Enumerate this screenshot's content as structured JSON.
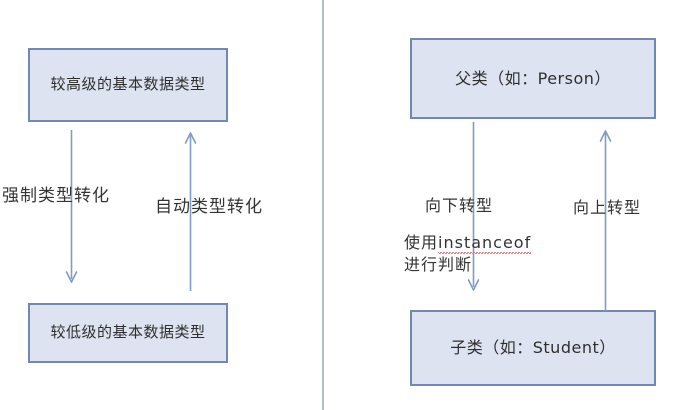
{
  "diagram": {
    "title": "Java type conversion and class casting diagram",
    "divider": {
      "name": "vertical-divider",
      "color": "#aebfcc"
    },
    "colors": {
      "box_fill": "#dde3f0",
      "box_border": "#7189b0",
      "arrow": "#7f9dc4",
      "text": "#343434",
      "spellcheck_underline": "#e8606a"
    },
    "left_panel": {
      "top_box": {
        "text": "较高级的基本数据类型"
      },
      "bottom_box": {
        "text": "较低级的基本数据类型"
      },
      "down_arrow_label": "强制类型转化",
      "up_arrow_label": "自动类型转化"
    },
    "right_panel": {
      "top_box": {
        "text": "父类（如：Person）"
      },
      "bottom_box": {
        "text": "子类（如：Student）"
      },
      "down_arrow_label": "向下转型",
      "up_arrow_label": "向上转型",
      "note_line_1_prefix": "使用",
      "note_line_1_keyword": "instanceof",
      "note_line_2": "进行判断"
    }
  }
}
